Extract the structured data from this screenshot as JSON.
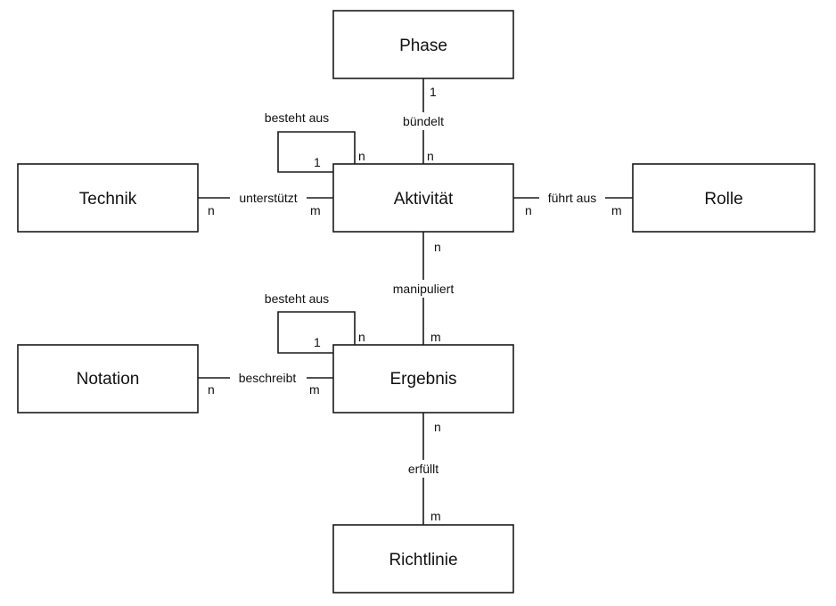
{
  "entities": {
    "phase": "Phase",
    "technik": "Technik",
    "aktivitaet": "Aktivität",
    "rolle": "Rolle",
    "notation": "Notation",
    "ergebnis": "Ergebnis",
    "richtlinie": "Richtlinie"
  },
  "relations": {
    "buendelt": {
      "label": "bündelt",
      "card_top": "1",
      "card_bottom": "n"
    },
    "besteht_aus_aktivitaet": {
      "label": "besteht aus",
      "card_one": "1",
      "card_n": "n"
    },
    "unterstuetzt": {
      "label": "unterstützt",
      "card_left": "n",
      "card_right": "m"
    },
    "fuehrt_aus": {
      "label": "führt aus",
      "card_left": "n",
      "card_right": "m"
    },
    "manipuliert": {
      "label": "manipuliert",
      "card_top": "n",
      "card_bottom": "m"
    },
    "besteht_aus_ergebnis": {
      "label": "besteht aus",
      "card_one": "1",
      "card_n": "n"
    },
    "beschreibt": {
      "label": "beschreibt",
      "card_left": "n",
      "card_right": "m"
    },
    "erfuellt": {
      "label": "erfüllt",
      "card_top": "n",
      "card_bottom": "m"
    }
  }
}
